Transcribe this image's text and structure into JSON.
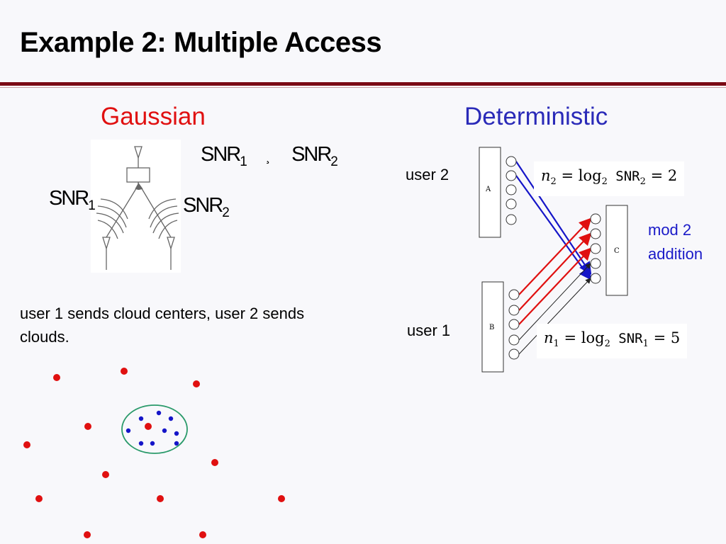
{
  "slide": {
    "title": "Example 2: Multiple Access",
    "accent_color": "#7a0a14"
  },
  "gaussian": {
    "heading": "Gaussian",
    "heading_color": "#e01010",
    "snr_compare": {
      "left_base": "SNR",
      "left_sub": "1",
      "relation": "¸",
      "right_base": "SNR",
      "right_sub": "2"
    },
    "snr_label_1": {
      "base": "SNR",
      "sub": "1"
    },
    "snr_label_2": {
      "base": "SNR",
      "sub": "2"
    },
    "description": "user 1 sends cloud centers, user 2 sends clouds."
  },
  "deterministic": {
    "heading": "Deterministic",
    "heading_color": "#2a2ab8",
    "user2_label": "user 2",
    "user1_label": "user 1",
    "node_a": "A",
    "node_b": "B",
    "node_c": "C",
    "formula_user2": {
      "lhs": "n",
      "lhs_sub": "2",
      "eq": " = log",
      "log_sub": "2",
      "snr": " SNR",
      "snr_sub": "2",
      "rhs": " = 2"
    },
    "formula_user1": {
      "lhs": "n",
      "lhs_sub": "1",
      "eq": " = log",
      "log_sub": "2",
      "snr": " SNR",
      "snr_sub": "1",
      "rhs": " = 5"
    },
    "mod_line1": "mod 2",
    "mod_line2": "addition",
    "user2_arrow_color": "#1515c8",
    "user1_arrow_color": "#e01010"
  },
  "constellation": {
    "center_color": "#e01010",
    "cloud_color": "#1515c8",
    "ellipse_color": "#2a9a6a"
  }
}
